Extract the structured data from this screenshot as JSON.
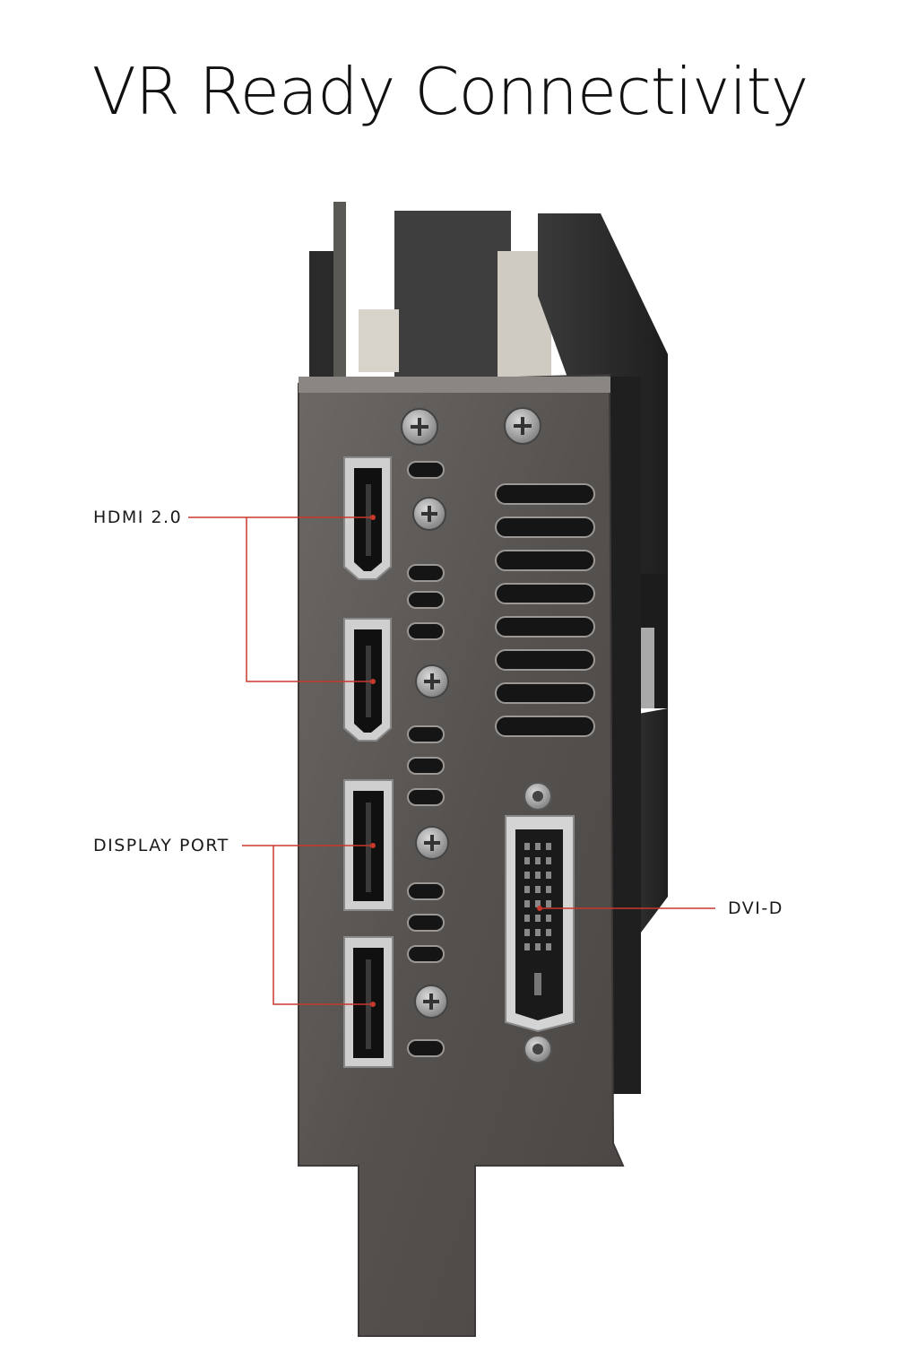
{
  "title": "VR Ready Connectivity",
  "labels": {
    "hdmi": "HDMI 2.0",
    "displayport": "DISPLAY PORT",
    "dvi": "DVI-D"
  },
  "colors": {
    "callout_line": "#c8382b",
    "bracket_metal": "#5a5654",
    "heatsink_dark": "#2c2c2c",
    "background": "#ffffff"
  }
}
